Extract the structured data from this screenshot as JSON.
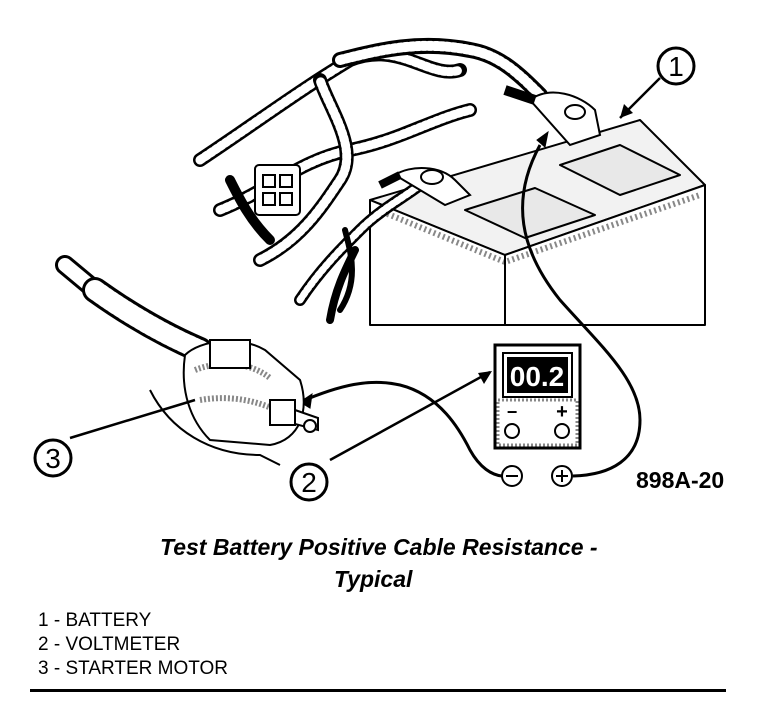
{
  "figure": {
    "code": "898A-20",
    "callouts": [
      "1",
      "2",
      "3"
    ],
    "meter_reading": "00.2",
    "meter_terminals": {
      "negative": "−",
      "positive": "+"
    }
  },
  "caption": {
    "line1": "Test Battery Positive Cable Resistance -",
    "line2": "Typical"
  },
  "legend": [
    "1 - BATTERY",
    "2 - VOLTMETER",
    "3 - STARTER MOTOR"
  ]
}
